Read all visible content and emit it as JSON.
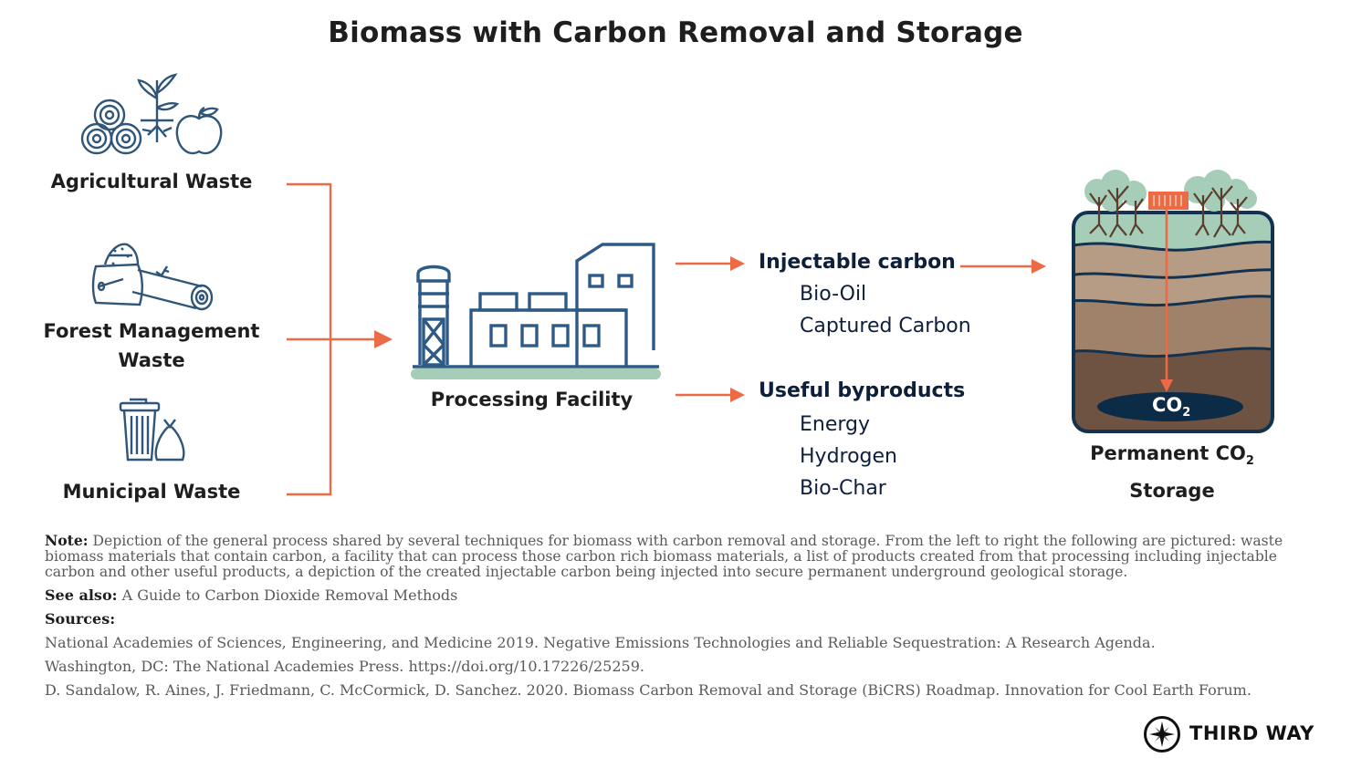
{
  "title": "Biomass with Carbon Removal and Storage",
  "sources_inputs": [
    {
      "line1": "Agricultural Waste",
      "line2": ""
    },
    {
      "line1": "Forest Management",
      "line2": "Waste"
    },
    {
      "line1": "Municipal Waste",
      "line2": ""
    }
  ],
  "facility": {
    "label": "Processing Facility"
  },
  "injectable": {
    "heading": "Injectable carbon",
    "items": [
      "Bio-Oil",
      "Captured Carbon"
    ]
  },
  "byproducts": {
    "heading": "Useful byproducts",
    "items": [
      "Energy",
      "Hydrogen",
      "Bio-Char"
    ]
  },
  "storage": {
    "line1_prefix": "Permanent CO",
    "line1_sub": "2",
    "line2": "Storage",
    "pocket_prefix": "CO",
    "pocket_sub": "2"
  },
  "note": {
    "label": "Note:",
    "text": "Depiction of the general process shared by several techniques for biomass with carbon removal and storage. From the left to right the following are pictured: waste biomass materials that contain carbon, a facility that can process those carbon rich biomass materials, a list of products created from that processing including injectable carbon and other useful products, a depiction of the created injectable carbon being injected into secure permanent underground geological storage."
  },
  "see_also": {
    "label": "See also:",
    "text": "A Guide to Carbon Dioxide Removal Methods"
  },
  "sources": {
    "label": "Sources:",
    "lines": [
      "National Academies of Sciences, Engineering, and Medicine 2019. Negative Emissions Technologies and Reliable Sequestration: A Research Agenda.",
      "Washington, DC: The National Academies Press. https://doi.org/10.17226/25259.",
      "D. Sandalow, R. Aines, J. Friedmann, C. McCormick, D. Sanchez. 2020. Biomass Carbon Removal and Storage (BiCRS) Roadmap. Innovation for Cool Earth Forum."
    ]
  },
  "brand": "THIRD WAY",
  "colors": {
    "arrow": "#ec6a45",
    "navy": "#1e3f66",
    "sage": "#a6cdb8",
    "soil_light": "#b79c85",
    "soil_mid": "#a0816a",
    "soil_dark": "#6e5342",
    "outline": "#1b3a5c"
  },
  "icons": [
    "hay-bales-icon",
    "sprout-icon",
    "apple-icon",
    "sack-icon",
    "log-icon",
    "trash-can-icon",
    "trash-bag-icon",
    "factory-icon",
    "tree-icon",
    "injection-well-icon",
    "compass-star-icon"
  ]
}
